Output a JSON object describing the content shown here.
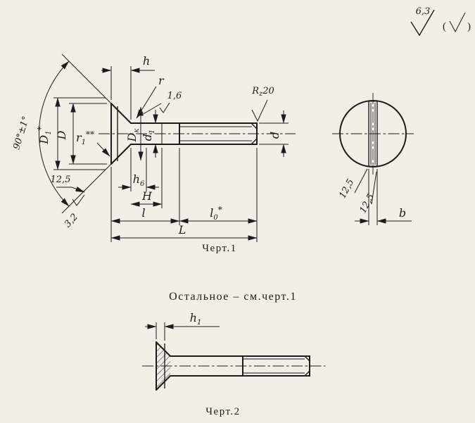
{
  "colors": {
    "paper": "#f3efe7",
    "ink": "#1c1c1c"
  },
  "finish_mark": {
    "value": "6,3",
    "paren_open": "(",
    "paren_close": ")"
  },
  "fig1": {
    "caption": "Черт.1",
    "labels": {
      "h": "h",
      "r": "r",
      "roughness_cone": "1,6",
      "rz_base": "R",
      "rz_sub": "z",
      "rz_value": "20",
      "angle": "90°±1°",
      "D1_base": "D",
      "D1_sub": "1",
      "D1_sup": "*",
      "D": "D",
      "r1_base": "r",
      "r1_sub": "1",
      "r1_sup": "**",
      "Dk_base": "D",
      "Dk_sub": "к",
      "d1_base": "d",
      "d1_sub": "1",
      "d": "d",
      "h6_base": "h",
      "h6_sub": "6",
      "H": "H",
      "roughness_125": "12,5",
      "roughness_32": "3,2",
      "l": "l",
      "l0_base": "l",
      "l0_sub": "0",
      "l0_sup": "*",
      "L": "L"
    }
  },
  "end_view": {
    "roughness_slot_a": "12,5",
    "roughness_slot_b": "12,5",
    "b": "b"
  },
  "fig2": {
    "note": "Остальное – см.черт.1",
    "h1_base": "h",
    "h1_sub": "1",
    "caption": "Черт.2"
  }
}
